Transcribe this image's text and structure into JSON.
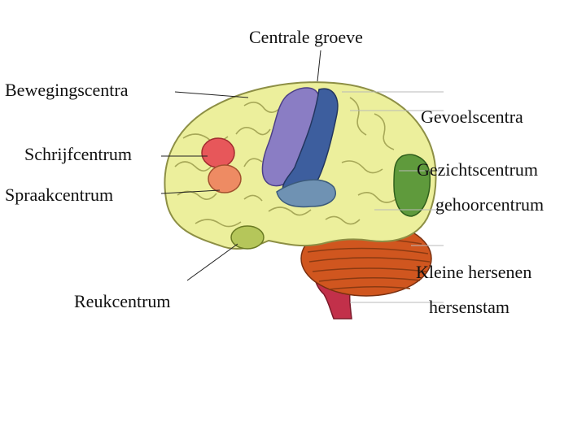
{
  "labels": {
    "centrale_groeve": "Centrale groeve",
    "bewegingscentra": "Bewegingscentra",
    "gevoelscentra": "Gevoelscentra",
    "schrijfcentrum": "Schrijfcentrum",
    "spraakcentrum": "Spraakcentrum",
    "gezichtscentrum": "Gezichtscentrum",
    "gehoorcentrum": "gehoorcentrum",
    "reukcentrum": "Reukcentrum",
    "kleine_hersenen": "Kleine hersenen",
    "hersenstam": "hersenstam"
  },
  "colors": {
    "cortex": "#ecef9c",
    "gyrus_outline": "#8d8f45",
    "motor": "#8a7dc4",
    "sensory": "#3d5e9e",
    "writing": "#e7575a",
    "speech": "#ee8b63",
    "visual": "#5f9a3c",
    "olfactory": "#b5c65a",
    "cerebellum": "#d0561f",
    "brainstem": "#c2304a"
  }
}
